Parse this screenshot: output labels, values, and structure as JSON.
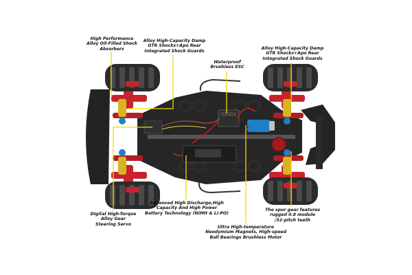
{
  "labels": {
    "shock_absorbers": "High Performance\nAlloy Oil-Filled Shock\nAbsorbers",
    "front_shock_guards": "Alloy High-Capacity Damp\nGTR Shocks+Apo Rear\nIntegrated Shock Guards",
    "esc": "Waterproof\nBrushless ESC",
    "rear_shock_guards": "Alloy High-Capacity Damp\nGTR Shocks+Apo Rear\nIntegrated Shock Guards",
    "steering_servo": "Digital High-Torque\nAlloy Gear\nSteering Servo",
    "battery": "Advanced High Discharge,High\nCapacity And High Power\nBattery Technology (NiMH & Li-PO)",
    "motor": "Ultra High-temperature\nNeodymium Magnets, High-speed\nBall Bearings Brushless Motor",
    "spur_gear": "The spur gear features\nrugged 0.8 module\n/32-pitch teeth"
  },
  "colors": {
    "leader_line": "#f5d800",
    "chassis": "#262626",
    "suspension": "#c8232c",
    "tire": "#2b2b2b",
    "motor": "#1f7fc4",
    "shock_spring": "#d9b420"
  }
}
